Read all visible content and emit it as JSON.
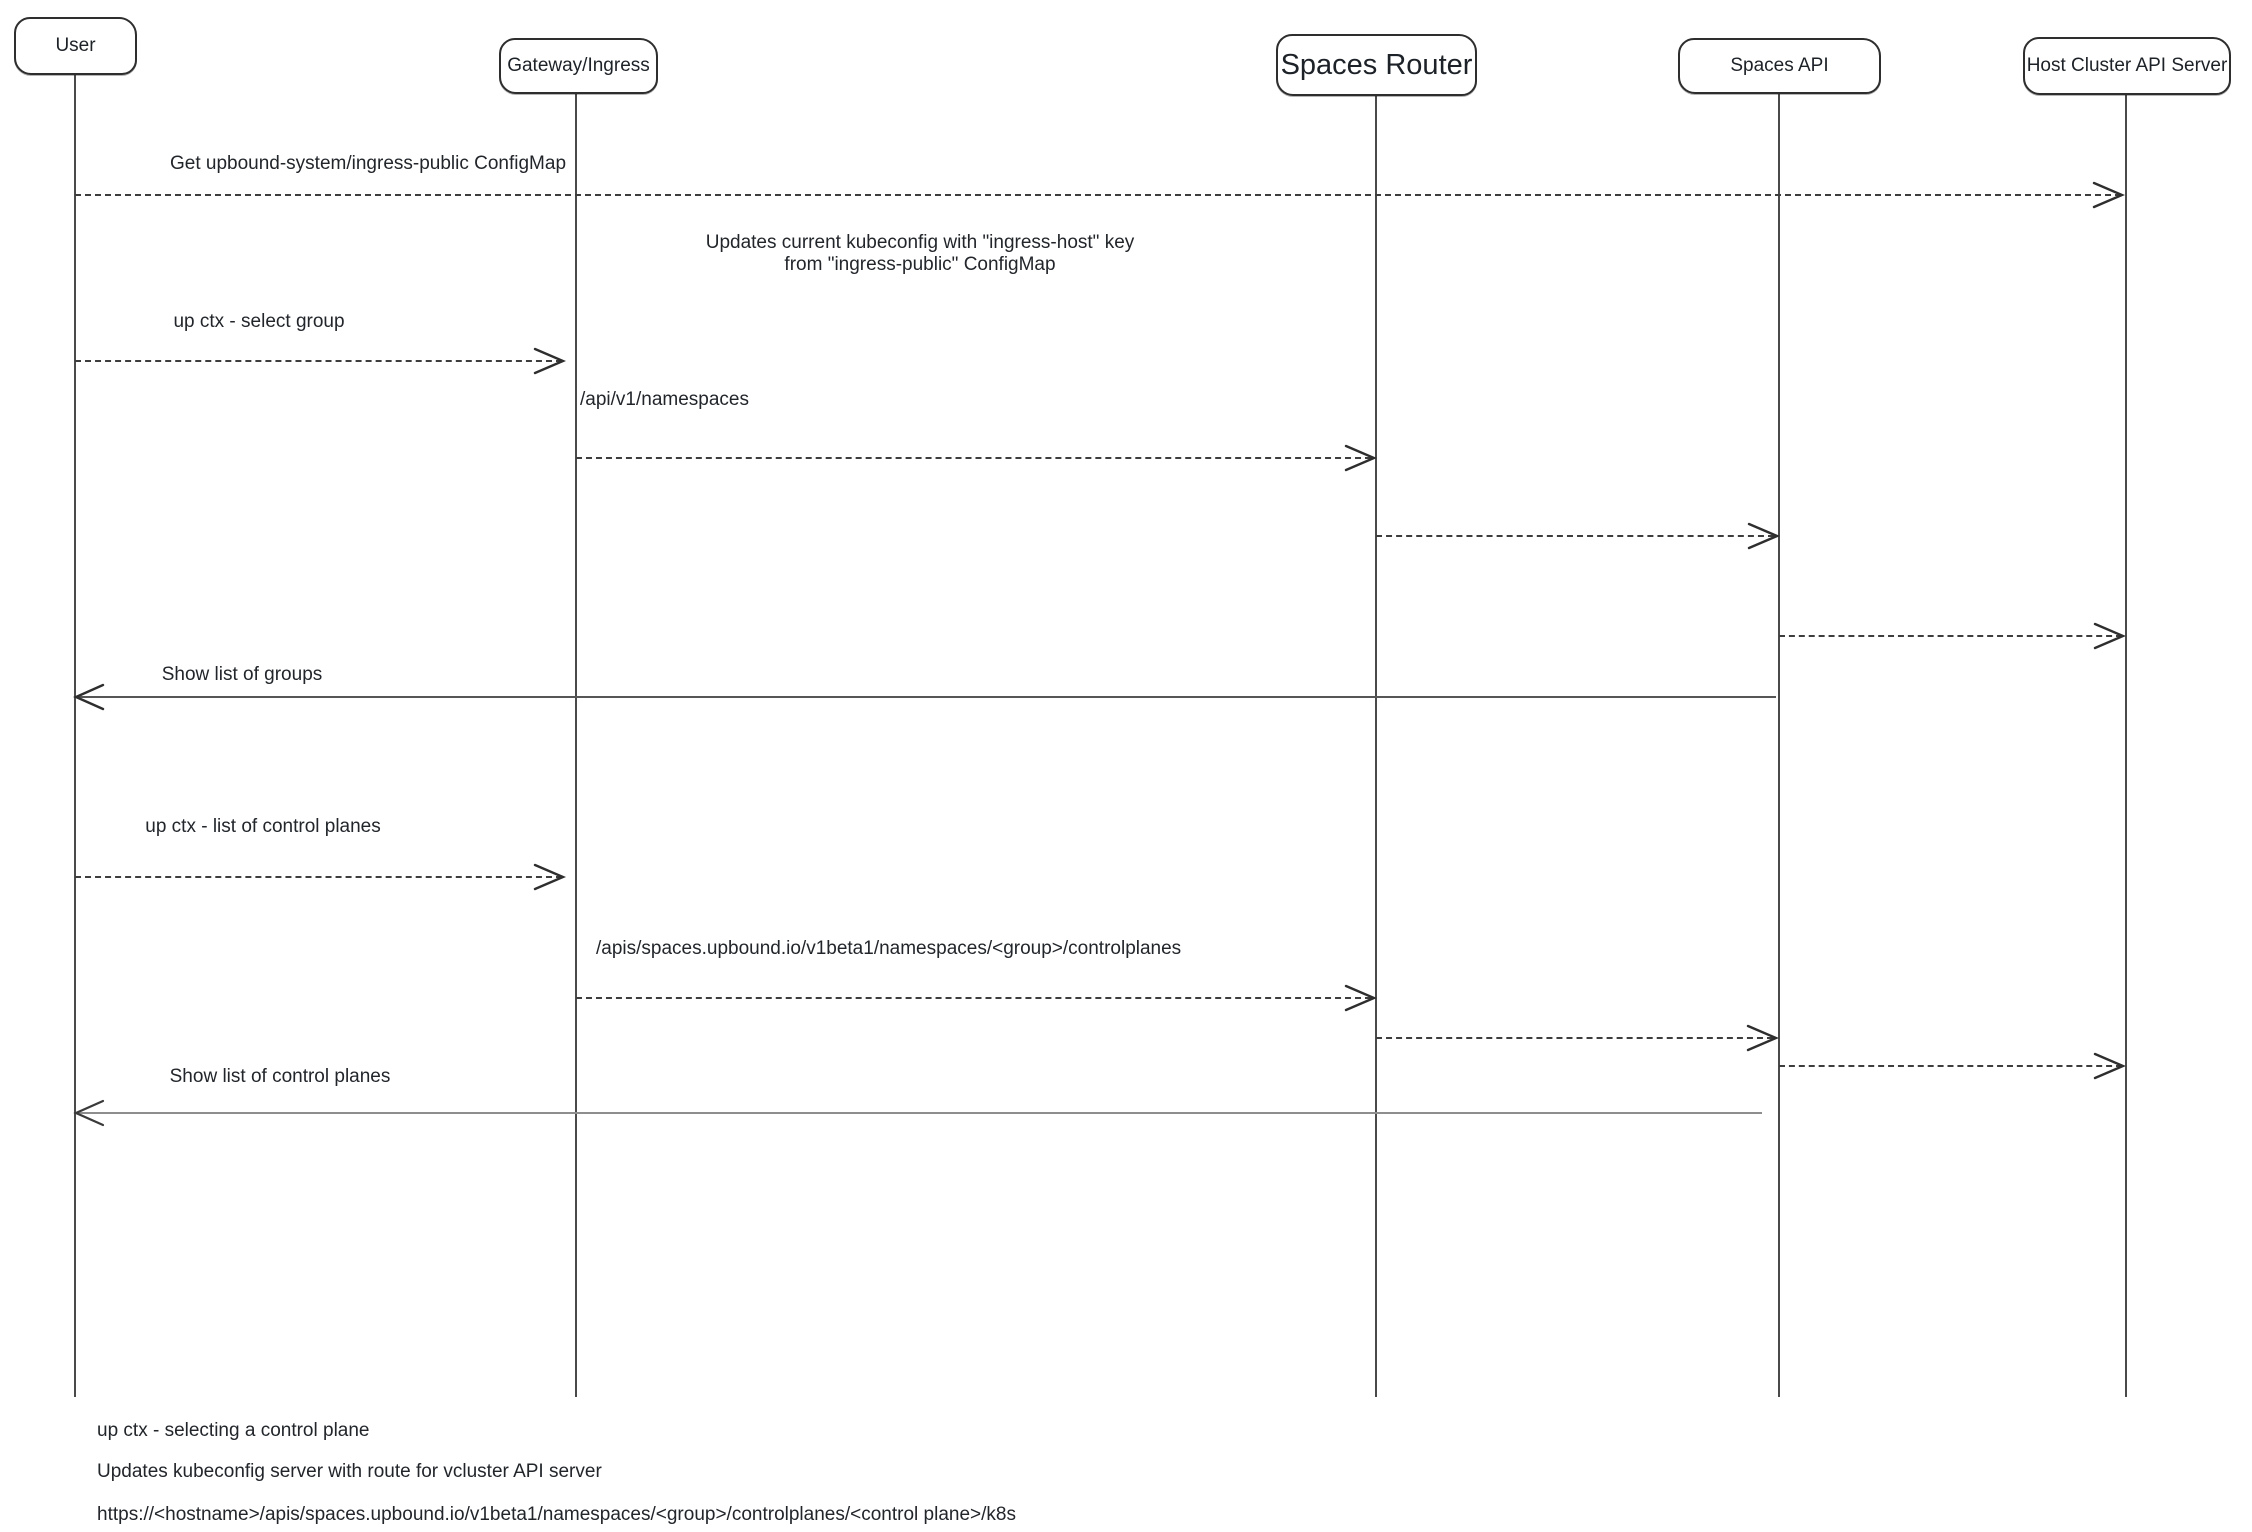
{
  "diagram_type": "sequence-diagram",
  "colors": {
    "background": "#ffffff",
    "stroke": "#2e2e2e",
    "dashed_line": "#3d3d3d",
    "solid_return_dark": "#565656",
    "solid_return_gray": "#8e8e8e",
    "text": "#22262b"
  },
  "actors": [
    {
      "id": "user",
      "label": "User"
    },
    {
      "id": "gateway-ingress",
      "label": "Gateway/Ingress"
    },
    {
      "id": "spaces-router",
      "label": "Spaces Router"
    },
    {
      "id": "spaces-api",
      "label": "Spaces API"
    },
    {
      "id": "host-cluster-api-server",
      "label": "Host Cluster API Server"
    }
  ],
  "messages": [
    {
      "label": "Get upbound-system/ingress-public ConfigMap",
      "from": "User",
      "to": "Host Cluster API Server",
      "style": "dashed"
    },
    {
      "label": "up ctx - select group",
      "from": "User",
      "to": "Gateway/Ingress",
      "style": "dashed"
    },
    {
      "label": "/api/v1/namespaces",
      "from": "Gateway/Ingress",
      "to": "Spaces Router",
      "style": "dashed"
    },
    {
      "label": "",
      "from": "Spaces Router",
      "to": "Spaces API",
      "style": "dashed"
    },
    {
      "label": "",
      "from": "Spaces API",
      "to": "Host Cluster API Server",
      "style": "dashed"
    },
    {
      "label": "Show list of groups",
      "from": "Spaces API",
      "to": "User",
      "style": "solid"
    },
    {
      "label": "up ctx - list of control planes",
      "from": "User",
      "to": "Gateway/Ingress",
      "style": "dashed"
    },
    {
      "label": "/apis/spaces.upbound.io/v1beta1/namespaces/<group>/controlplanes",
      "from": "Gateway/Ingress",
      "to": "Spaces Router",
      "style": "dashed"
    },
    {
      "label": "",
      "from": "Spaces Router",
      "to": "Spaces API",
      "style": "dashed"
    },
    {
      "label": "",
      "from": "Spaces API",
      "to": "Host Cluster API Server",
      "style": "dashed"
    },
    {
      "label": "Show list of control planes",
      "from": "Spaces API",
      "to": "User",
      "style": "solid"
    }
  ],
  "note": {
    "lines": [
      "Updates current kubeconfig with \"ingress-host\" key",
      "from \"ingress-public\" ConfigMap"
    ]
  },
  "footer": [
    "up ctx - selecting a control plane",
    "Updates kubeconfig server with route for vcluster API server",
    "https://<hostname>/apis/spaces.upbound.io/v1beta1/namespaces/<group>/controlplanes/<control plane>/k8s"
  ]
}
